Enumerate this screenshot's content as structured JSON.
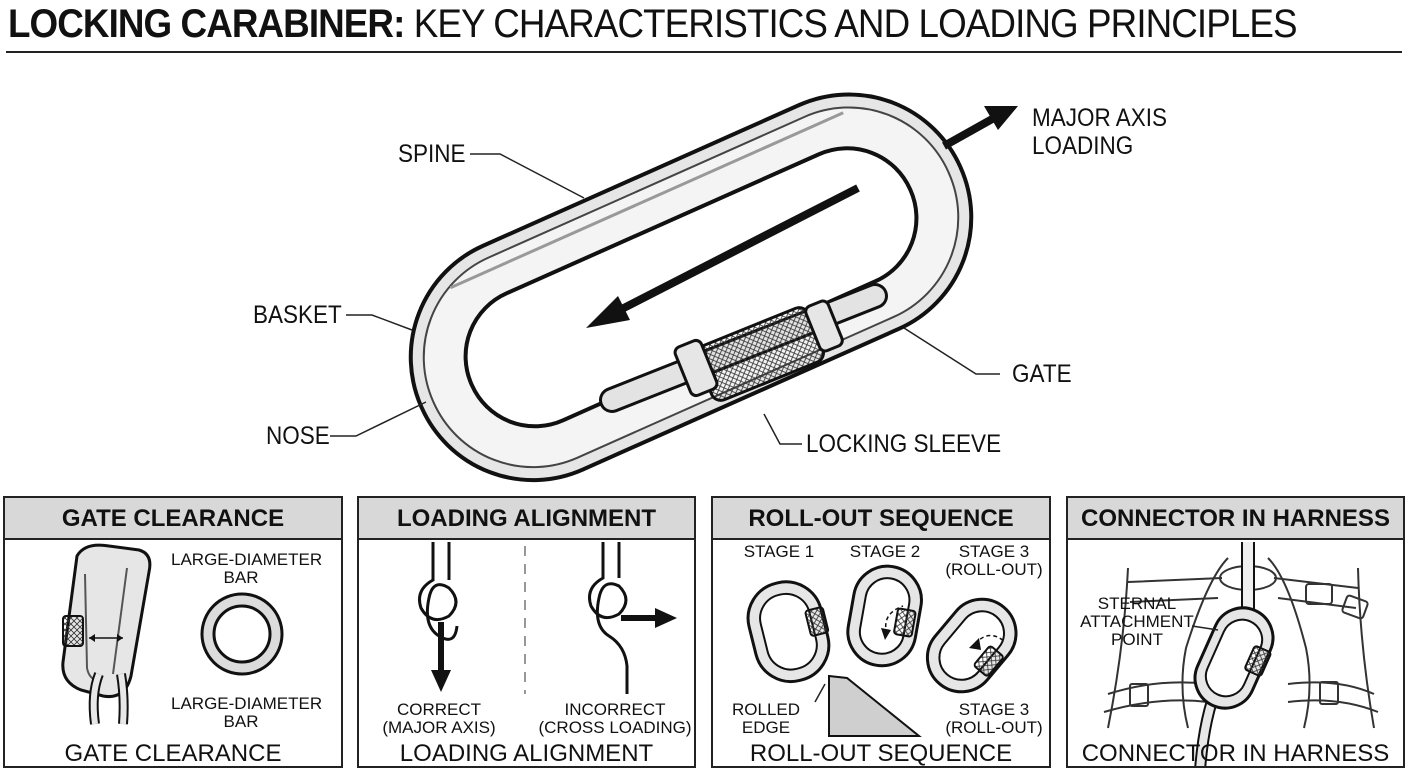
{
  "title": {
    "bold": "LOCKING CARABINER:",
    "rest": "KEY CHARACTERISTICS AND LOADING PRINCIPLES"
  },
  "main_labels": {
    "spine": "SPINE",
    "basket": "BASKET",
    "nose": "NOSE",
    "gate": "GATE",
    "locking_sleeve": "LOCKING SLEEVE",
    "major_axis_line1": "MAJOR AXIS",
    "major_axis_line2": "LOADING"
  },
  "panels": {
    "gate_clearance": {
      "header": "GATE CLEARANCE",
      "footer": "GATE CLEARANCE",
      "top_label_1": "LARGE-DIAMETER",
      "top_label_2": "BAR",
      "bottom_label_1": "LARGE-DIAMETER",
      "bottom_label_2": "BAR"
    },
    "loading_alignment": {
      "header": "LOADING ALIGNMENT",
      "footer": "LOADING ALIGNMENT",
      "correct_1": "CORRECT",
      "correct_2": "(MAJOR AXIS)",
      "incorrect_1": "INCORRECT",
      "incorrect_2": "(CROSS LOADING)"
    },
    "roll_out": {
      "header": "ROLL-OUT SEQUENCE",
      "footer": "ROLL-OUT SEQUENCE",
      "stage1": "STAGE 1",
      "stage2": "STAGE 2",
      "stage3_top_1": "STAGE 3",
      "stage3_top_2": "(ROLL-OUT)",
      "rolled_1": "ROLLED",
      "rolled_2": "EDGE",
      "stage3_bottom_1": "STAGE 3",
      "stage3_bottom_2": "(ROLL-OUT)"
    },
    "harness": {
      "header": "CONNECTOR IN HARNESS",
      "footer": "CONNECTOR IN HARNESS",
      "sternal_1": "STERNAL",
      "sternal_2": "ATTACHMENT",
      "sternal_3": "POINT"
    }
  }
}
